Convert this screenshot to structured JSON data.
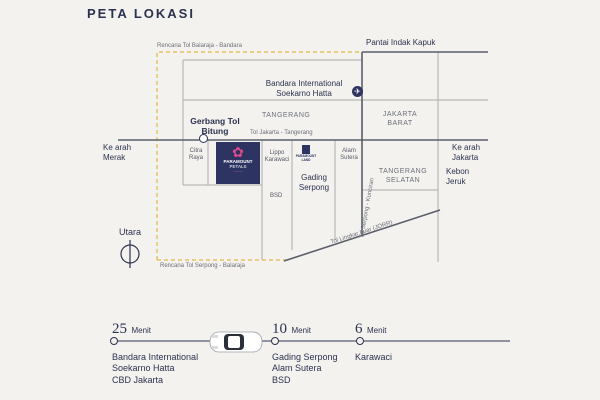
{
  "title": "PETA LOKASI",
  "roads": {
    "toll_balaraja_bandara": "Rencana Tol Balaraja - Bandara",
    "pantai_indak_kapuk": "Pantai Indak Kapuk",
    "tol_jakarta_tangerang": "Tol Jakarta - Tangerang",
    "tol_serpong_kunciran": "Tol Serpong - Kunciran",
    "tol_lingkar_luar": "Tol Lingkar Luar (JORR)",
    "toll_serpong_balaraja": "Rencana Tol Serpong - Balaraja"
  },
  "places": {
    "bandara_line1": "Bandara International",
    "bandara_line2": "Soekarno Hatta",
    "gerbang_line1": "Gerbang Tol",
    "gerbang_line2": "Bitung",
    "ke_arah_merak_1": "Ke arah",
    "ke_arah_merak_2": "Merak",
    "ke_arah_jakarta_1": "Ke arah",
    "ke_arah_jakarta_2": "Jakarta",
    "kebon_jeruk_1": "Kebon",
    "kebon_jeruk_2": "Jeruk",
    "tangerang": "TANGERANG",
    "jakarta_barat_1": "JAKARTA",
    "jakarta_barat_2": "BARAT",
    "tangerang_selatan_1": "TANGERANG",
    "tangerang_selatan_2": "SELATAN",
    "citra_raya_1": "Citra",
    "citra_raya_2": "Raya",
    "lippo_karawaci_1": "Lippo",
    "lippo_karawaci_2": "Karawaci",
    "alam_sutera_1": "Alam",
    "alam_sutera_2": "Sutera",
    "gading_serpong_1": "Gading",
    "gading_serpong_2": "Serpong",
    "bsd": "BSD"
  },
  "logos": {
    "petals_1": "PARAMOUNT",
    "petals_2": "PETALS",
    "lands": "PARAMOUNT LAND"
  },
  "compass": {
    "label": "Utara"
  },
  "timeline": [
    {
      "value": "25",
      "unit": "Menit",
      "places": [
        "Bandara International",
        "Soekarno Hatta",
        "CBD Jakarta"
      ]
    },
    {
      "value": "10",
      "unit": "Menit",
      "places": [
        "Gading Serpong",
        "Alam Sutera",
        "BSD"
      ]
    },
    {
      "value": "6",
      "unit": "Menit",
      "places": [
        "Karawaci"
      ]
    }
  ],
  "colors": {
    "navy": "#2e3461",
    "road_gray": "#b8b8b8",
    "road_dark": "#5a5f6b",
    "planned_toll": "#e0b84a",
    "background": "#f4f2ee",
    "accent_pink": "#e04a8c"
  },
  "icons": {
    "airport": "plane-icon",
    "gate": "toll-gate-icon",
    "compass": "compass-icon",
    "car": "car-icon"
  }
}
